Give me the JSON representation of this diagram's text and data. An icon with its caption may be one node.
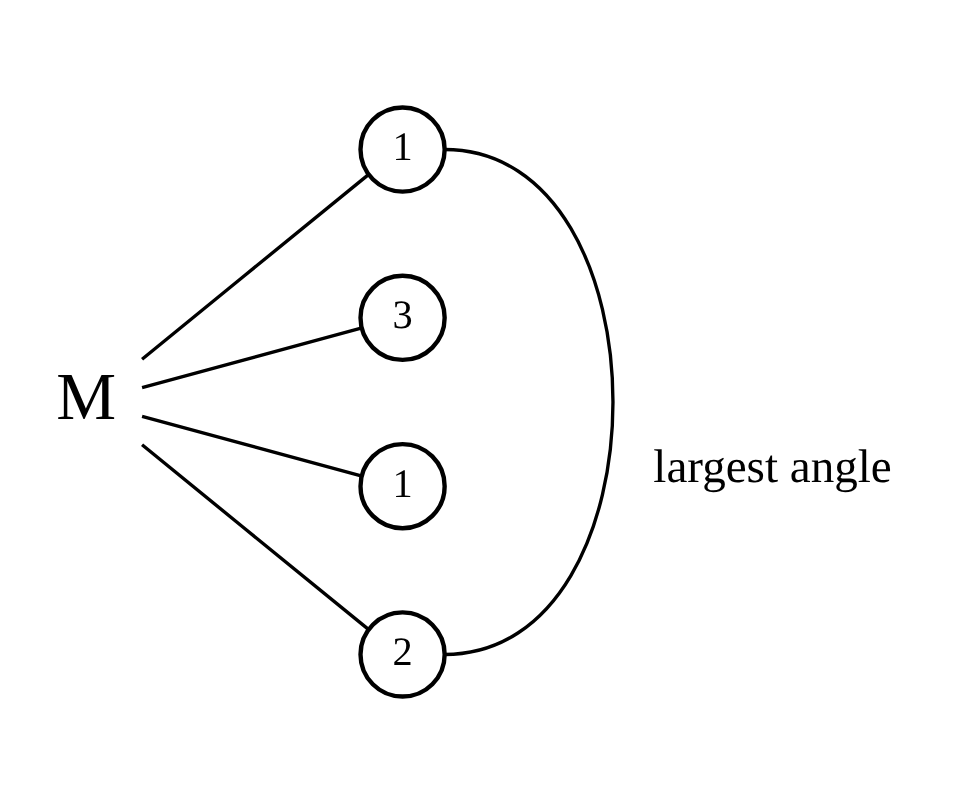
{
  "diagram": {
    "nodes": [
      {
        "text": [
          "1"
        ]
      },
      {
        "text": [
          "3"
        ]
      },
      {
        "text": [
          "M"
        ]
      },
      {
        "text": [
          "1"
        ]
      },
      {
        "text": [
          "2"
        ]
      }
    ],
    "edges": [
      {
        "from": 2,
        "to": 0,
        "arrow": "none"
      },
      {
        "from": 2,
        "to": 1,
        "arrow": "none"
      },
      {
        "from": 2,
        "to": 3,
        "arrow": "none"
      },
      {
        "from": 2,
        "to": 4,
        "arrow": "none"
      },
      {
        "from": 0,
        "to": 4,
        "arrow": "none",
        "label": "largest angle"
      }
    ]
  }
}
